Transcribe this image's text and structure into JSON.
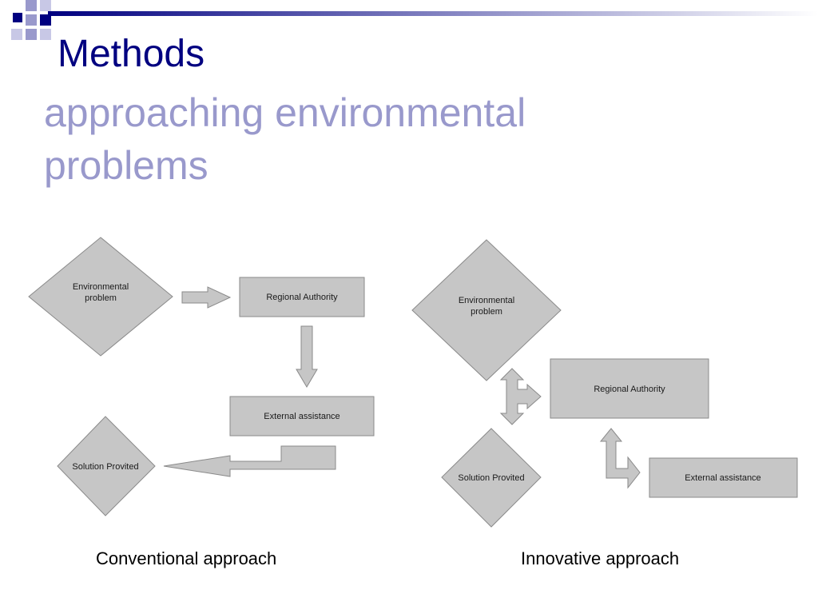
{
  "slide": {
    "title": "Methods",
    "subtitle": "approaching environmental problems"
  },
  "colors": {
    "title": "#000080",
    "subtitle": "#9999cc",
    "shape_fill": "#c6c6c6",
    "shape_stroke": "#8a8a8a",
    "accent_dark": "#000080",
    "accent_light": "#9999cc"
  },
  "conventional": {
    "caption": "Conventional approach",
    "env_problem_line1": "Environmental",
    "env_problem_line2": "problem",
    "regional_authority": "Regional Authority",
    "external_assistance": "External assistance",
    "solution": "Solution Provited"
  },
  "innovative": {
    "caption": "Innovative approach",
    "env_problem_line1": "Environmental",
    "env_problem_line2": "problem",
    "regional_authority": "Regional Authority",
    "external_assistance": "External assistance",
    "solution": "Solution Provited"
  }
}
